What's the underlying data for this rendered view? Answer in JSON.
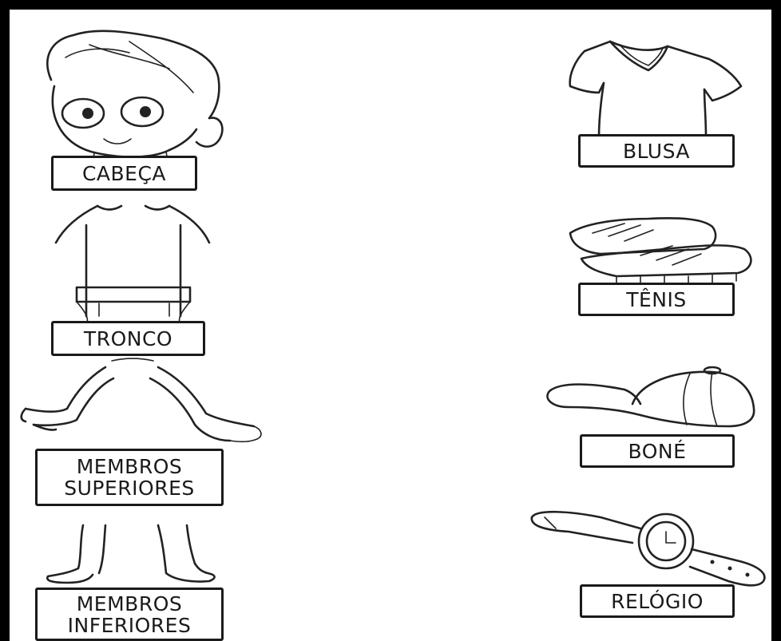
{
  "body_parts": [
    {
      "lines": [
        "CABEÇA"
      ]
    },
    {
      "lines": [
        "TRONCO"
      ]
    },
    {
      "lines": [
        "MEMBROS",
        "SUPERIORES"
      ]
    },
    {
      "lines": [
        "MEMBROS",
        "INFERIORES"
      ]
    }
  ],
  "clothing": [
    {
      "lines": [
        "BLUSA"
      ]
    },
    {
      "lines": [
        "TÊNIS"
      ]
    },
    {
      "lines": [
        "BONÉ"
      ]
    },
    {
      "lines": [
        "RELÓGIO"
      ]
    }
  ],
  "icons": [
    "boy-head-icon",
    "torso-icon",
    "arms-icon",
    "legs-icon",
    "shirt-icon",
    "sneakers-icon",
    "cap-icon",
    "watch-icon"
  ]
}
